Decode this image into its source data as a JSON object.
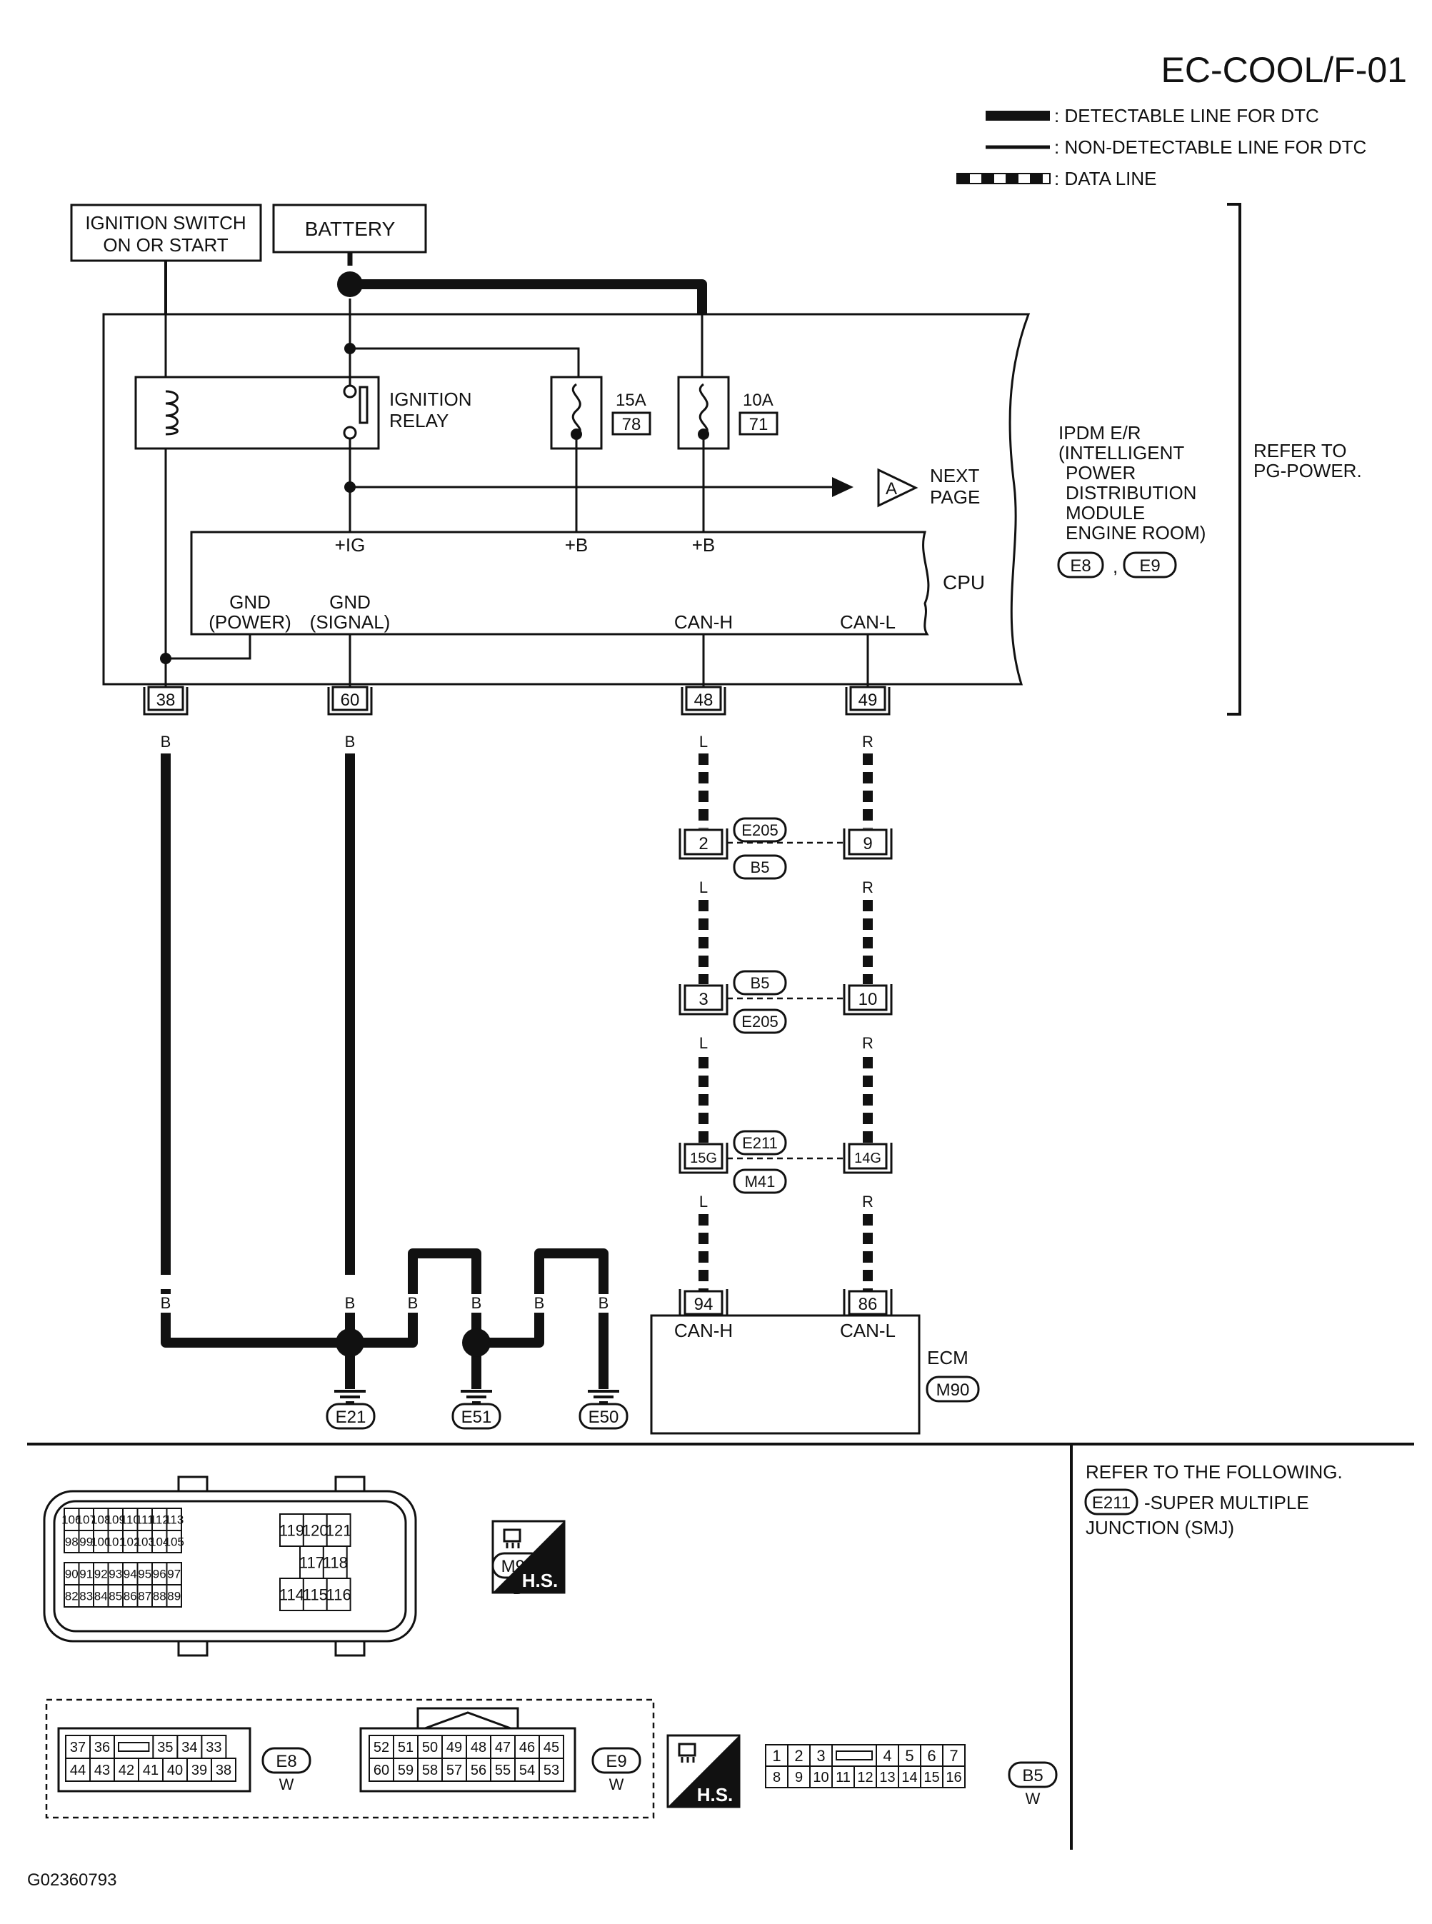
{
  "page_id": "EC-COOL/F-01",
  "figure_id": "G02360793",
  "legend": [
    {
      "style": "thick",
      "label": ": DETECTABLE LINE FOR DTC"
    },
    {
      "style": "thin",
      "label": ": NON-DETECTABLE LINE FOR DTC"
    },
    {
      "style": "data",
      "label": ": DATA LINE"
    }
  ],
  "sources": {
    "ignition": [
      "IGNITION SWITCH",
      "ON OR START"
    ],
    "battery": "BATTERY"
  },
  "ipdm": {
    "relay": [
      "IGNITION",
      "RELAY"
    ],
    "fuses": [
      {
        "amp": "15A",
        "num": "78"
      },
      {
        "amp": "10A",
        "num": "71"
      }
    ],
    "next_page": {
      "letter": "A",
      "text": [
        "NEXT",
        "PAGE"
      ]
    },
    "cpu": "CPU",
    "cpu_inputs": [
      "+IG",
      "+B",
      "+B"
    ],
    "gnd_power": [
      "GND",
      "(POWER)"
    ],
    "gnd_signal": [
      "GND",
      "(SIGNAL)"
    ],
    "can_h": "CAN-H",
    "can_l": "CAN-L",
    "name": [
      "IPDM E/R",
      "(INTELLIGENT",
      "POWER",
      "DISTRIBUTION",
      "MODULE",
      "ENGINE ROOM)"
    ],
    "connectors": [
      "E8",
      "E9"
    ],
    "connector_sep": ",",
    "refer": [
      "REFER TO",
      "PG-POWER."
    ]
  },
  "terminals": {
    "t38": "38",
    "t60": "60",
    "t48": "48",
    "t49": "49",
    "t94": "94",
    "t86": "86"
  },
  "wire_colors": {
    "black": "B",
    "blue": "L",
    "red": "R"
  },
  "junctions": [
    {
      "left_pin": "2",
      "right_pin": "9",
      "top": "E205",
      "bottom": "B5"
    },
    {
      "left_pin": "3",
      "right_pin": "10",
      "top": "B5",
      "bottom": "E205"
    },
    {
      "left_pin": "15G",
      "right_pin": "14G",
      "top": "E211",
      "bottom": "M41"
    }
  ],
  "grounds": [
    "E21",
    "E51",
    "E50"
  ],
  "ecm": {
    "name": "ECM",
    "connector": "M90",
    "can_h": "CAN-H",
    "can_l": "CAN-L"
  },
  "notes": {
    "refer_following": "REFER TO THE FOLLOWING.",
    "smj_connector": "E211",
    "smj_text": "-SUPER MULTIPLE",
    "smj_text2": "JUNCTION (SMJ)"
  },
  "hs_label": "H.S.",
  "connector_views": {
    "m90": {
      "left_rows": [
        [
          "106",
          "107",
          "108",
          "109",
          "110",
          "111",
          "112",
          "113"
        ],
        [
          "98",
          "99",
          "100",
          "101",
          "102",
          "103",
          "104",
          "105"
        ],
        [
          "90",
          "91",
          "92",
          "93",
          "94",
          "95",
          "96",
          "97"
        ],
        [
          "82",
          "83",
          "84",
          "85",
          "86",
          "87",
          "88",
          "89"
        ]
      ],
      "right_top": [
        "119",
        "120",
        "121"
      ],
      "right_mid": [
        "117",
        "118"
      ],
      "right_bot": [
        "114",
        "115",
        "116"
      ],
      "id": "M90",
      "color": "B"
    },
    "e8": {
      "rows": [
        [
          "37",
          "36",
          "",
          "35",
          "34",
          "33"
        ],
        [
          "44",
          "43",
          "42",
          "41",
          "40",
          "39",
          "38"
        ]
      ],
      "id": "E8",
      "color": "W"
    },
    "e9": {
      "rows": [
        [
          "52",
          "51",
          "50",
          "49",
          "48",
          "47",
          "46",
          "45"
        ],
        [
          "60",
          "59",
          "58",
          "57",
          "56",
          "55",
          "54",
          "53"
        ]
      ],
      "id": "E9",
      "color": "W"
    },
    "b5": {
      "rows": [
        [
          "1",
          "2",
          "3",
          "",
          "4",
          "5",
          "6",
          "7"
        ],
        [
          "8",
          "9",
          "10",
          "11",
          "12",
          "13",
          "14",
          "15",
          "16"
        ]
      ],
      "id": "B5",
      "color": "W"
    }
  }
}
